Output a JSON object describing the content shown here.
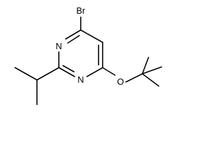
{
  "molecule": {
    "atoms": {
      "bromine": "Br",
      "ring_nitrogen_top": "N",
      "ring_nitrogen_bottom": "N",
      "ether_oxygen": "O"
    },
    "colors": {
      "bond": "#000000",
      "label": "#000000",
      "background": "#ffffff"
    }
  }
}
